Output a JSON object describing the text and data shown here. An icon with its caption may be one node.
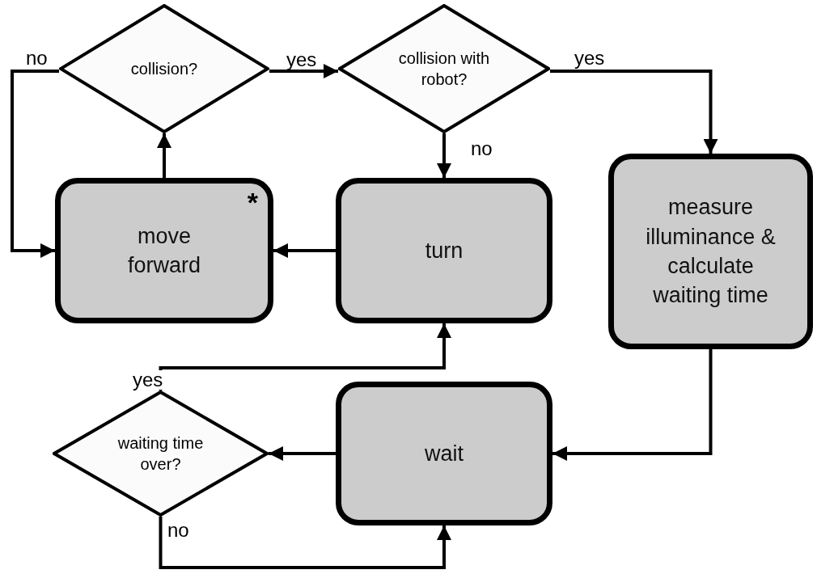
{
  "diagram": {
    "nodes": [
      {
        "text": [
          "collision?"
        ]
      },
      {
        "text": [
          "collision with robot?"
        ]
      },
      {
        "text": [
          "move forward",
          "*"
        ]
      },
      {
        "text": [
          "turn"
        ]
      },
      {
        "text": [
          "measure illuminance & calculate waiting time"
        ]
      },
      {
        "text": [
          "waiting time over?"
        ]
      },
      {
        "text": [
          "wait"
        ]
      }
    ],
    "edges": [
      {
        "from": 0,
        "to": 1,
        "arrow": "to",
        "label": "yes"
      },
      {
        "from": 0,
        "to": 2,
        "arrow": "to",
        "label": "no"
      },
      {
        "from": 1,
        "to": 4,
        "arrow": "to",
        "label": "yes"
      },
      {
        "from": 1,
        "to": 3,
        "arrow": "to",
        "label": "no"
      },
      {
        "from": 2,
        "to": 0,
        "arrow": "to"
      },
      {
        "from": 3,
        "to": 2,
        "arrow": "to"
      },
      {
        "from": 4,
        "to": 6,
        "arrow": "to"
      },
      {
        "from": 6,
        "to": 5,
        "arrow": "to"
      },
      {
        "from": 5,
        "to": 3,
        "arrow": "to",
        "label": "yes"
      },
      {
        "from": 5,
        "to": 6,
        "arrow": "to",
        "label": "no"
      }
    ]
  }
}
